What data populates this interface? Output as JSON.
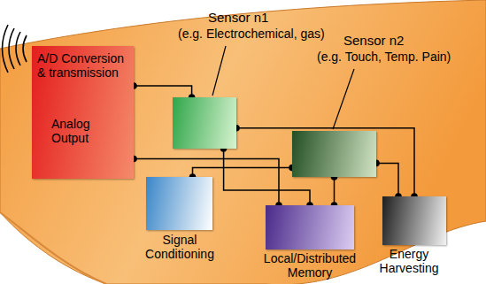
{
  "diagram": {
    "nodes": [
      {
        "text": [
          "A/D Conversion & transmission",
          "Analog Output"
        ]
      },
      {
        "text": [
          "Sensor n1",
          "(e.g. Electrochemical, gas)"
        ]
      },
      {
        "text": [
          "Sensor n2",
          "(e.g. Touch, Temp. Pain)"
        ]
      },
      {
        "text": [
          "Signal Conditioning"
        ]
      },
      {
        "text": [
          "Local/Distributed Memory"
        ]
      },
      {
        "text": [
          "Energy Harvesting"
        ]
      }
    ],
    "edges": [
      {
        "from": 0,
        "to": 1,
        "arrow": "none"
      },
      {
        "from": 0,
        "to": 4,
        "arrow": "none"
      },
      {
        "from": 1,
        "to": 4,
        "arrow": "none"
      },
      {
        "from": 1,
        "to": 5,
        "arrow": "none"
      },
      {
        "from": 2,
        "to": 3,
        "arrow": "none"
      },
      {
        "from": 2,
        "to": 5,
        "arrow": "none"
      },
      {
        "from": 2,
        "to": 4,
        "arrow": "none"
      }
    ]
  }
}
